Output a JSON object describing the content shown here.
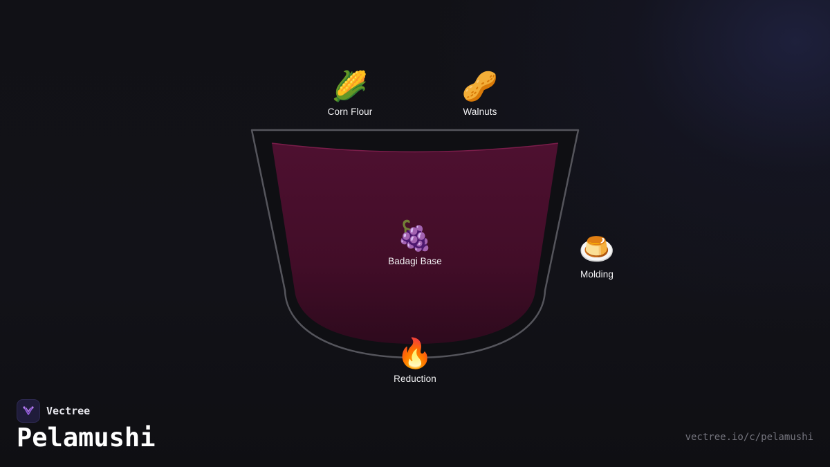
{
  "brand": {
    "name": "Vectree",
    "logo_icon": "vectree-fork-icon"
  },
  "title": "Pelamushi",
  "url": "vectree.io/c/pelamushi",
  "diagram": {
    "vessel_fill_color": "#4a0f2c",
    "vessel_stroke_color": "#55555c",
    "nodes": [
      {
        "id": "corn-flour",
        "label": "Corn Flour",
        "emoji": "🌽",
        "icon": "corn-icon"
      },
      {
        "id": "walnuts",
        "label": "Walnuts",
        "emoji": "🥜",
        "icon": "peanut-icon"
      },
      {
        "id": "badagi-base",
        "label": "Badagi Base",
        "emoji": "🍇",
        "icon": "grapes-icon"
      },
      {
        "id": "molding",
        "label": "Molding",
        "emoji": "🍮",
        "icon": "custard-icon"
      },
      {
        "id": "reduction",
        "label": "Reduction",
        "emoji": "🔥",
        "icon": "fire-icon"
      }
    ]
  }
}
